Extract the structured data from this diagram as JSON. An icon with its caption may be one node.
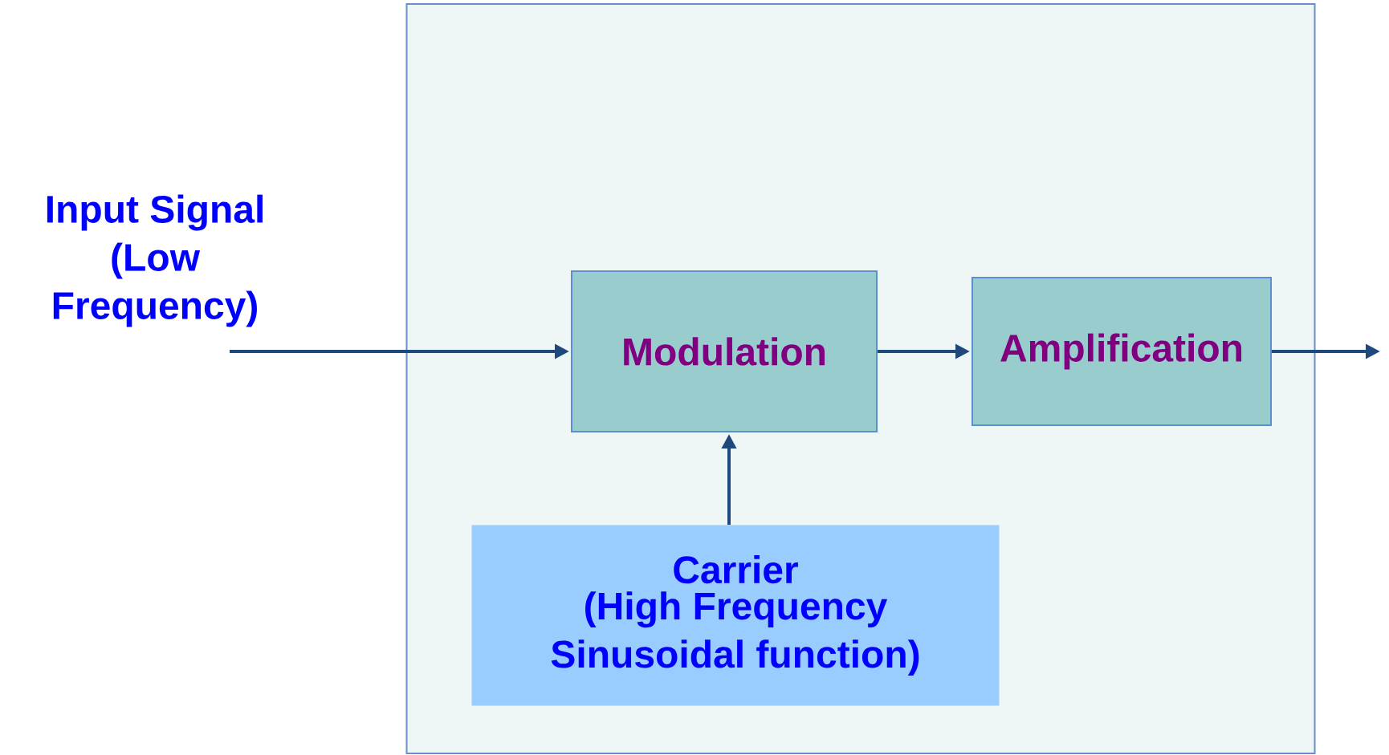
{
  "diagram": {
    "nodes": [
      {
        "text": [],
        "shape": "box"
      },
      {
        "text": [
          "Modulation"
        ],
        "in": 0
      },
      {
        "text": [
          "Amplification"
        ],
        "in": 0
      },
      {
        "text": [
          "Carrier",
          "(High Frequency Sinusoidal function)"
        ],
        "in": 0
      }
    ],
    "edges": [
      {
        "from": null,
        "to": 1,
        "arrow": "to",
        "label": "Input Signal (Low Frequency)"
      },
      {
        "from": 1,
        "to": 2,
        "arrow": "to"
      },
      {
        "from": 2,
        "to": null,
        "arrow": "to"
      },
      {
        "from": 3,
        "to": 1,
        "arrow": "to"
      }
    ]
  }
}
